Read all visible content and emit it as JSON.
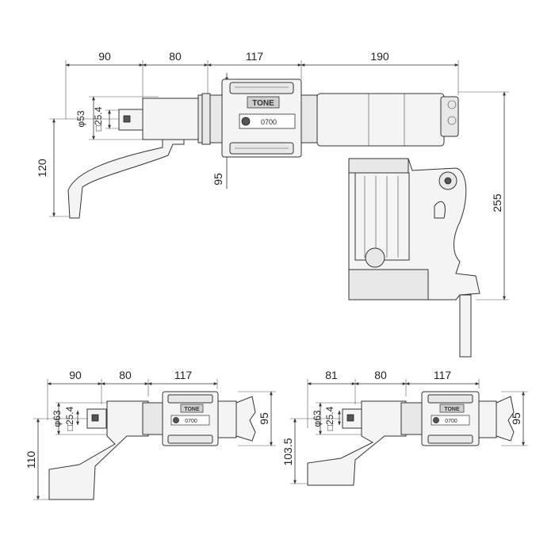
{
  "brand": "TONE",
  "top_view": {
    "counter": "0700",
    "dims": {
      "d1": "90",
      "d2": "80",
      "d3": "117",
      "d4": "190",
      "phi": "φ53",
      "square": "□25.4",
      "reaction": "120",
      "height": "255",
      "width": "95"
    }
  },
  "bottom_left_view": {
    "counter": "0700",
    "dims": {
      "d1": "90",
      "d2": "80",
      "d3": "117",
      "phi": "φ63",
      "square": "□25.4",
      "reaction": "110",
      "width": "95"
    }
  },
  "bottom_right_view": {
    "counter": "0700",
    "dims": {
      "d1": "81",
      "d2": "80",
      "d3": "117",
      "phi": "φ63",
      "square": "□25.4",
      "reaction": "103.5",
      "width": "95"
    }
  }
}
